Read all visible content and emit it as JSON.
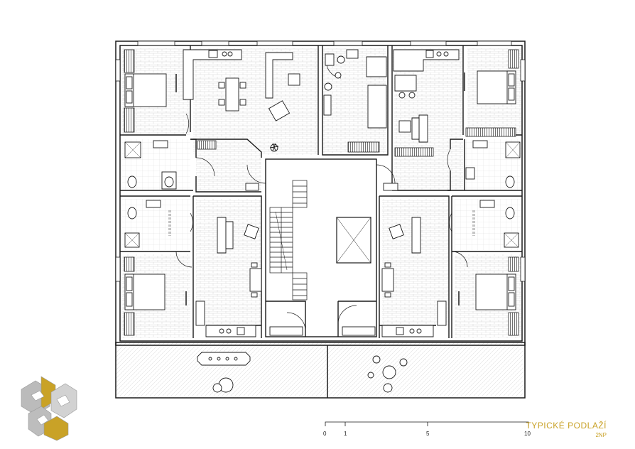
{
  "drawing": {
    "title": "TYPICKÉ PODLAŽÍ",
    "subtitle": "2NP",
    "accent_color": "#c9a227",
    "line_color": "#1a1a1a"
  },
  "scale_bar": {
    "labels": [
      "0",
      "1",
      "5",
      "10"
    ]
  }
}
